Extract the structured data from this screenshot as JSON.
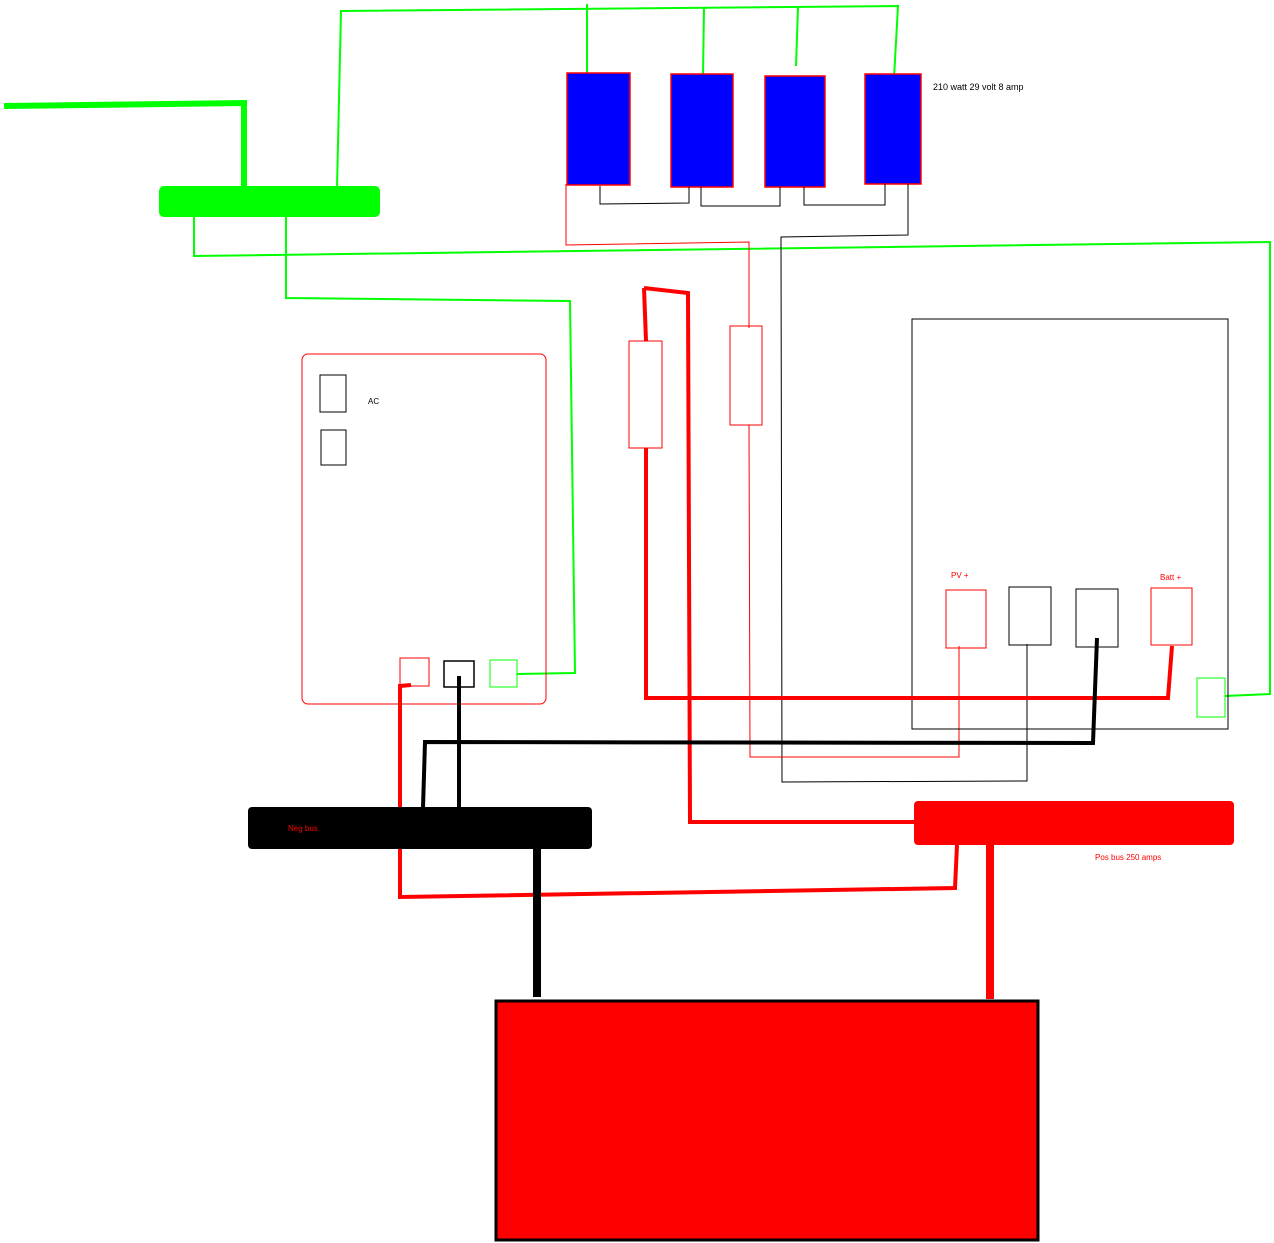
{
  "labels": {
    "panel_spec": "210 watt 29 volt 8 amp",
    "inverter_ac": "AC",
    "controller_pv_pos": "PV +",
    "controller_batt_pos": "Batt +",
    "neg_bus": "Neg bus",
    "pos_bus": "Pos bus 250 amps"
  },
  "solar_panels": {
    "count": 4
  },
  "colors": {
    "ground_wire": "#00ff00",
    "positive_wire": "#ff0000",
    "negative_wire": "#000000",
    "panel_fill": "#0000ff",
    "battery_fill": "#ff0000",
    "background": "#ffffff"
  }
}
